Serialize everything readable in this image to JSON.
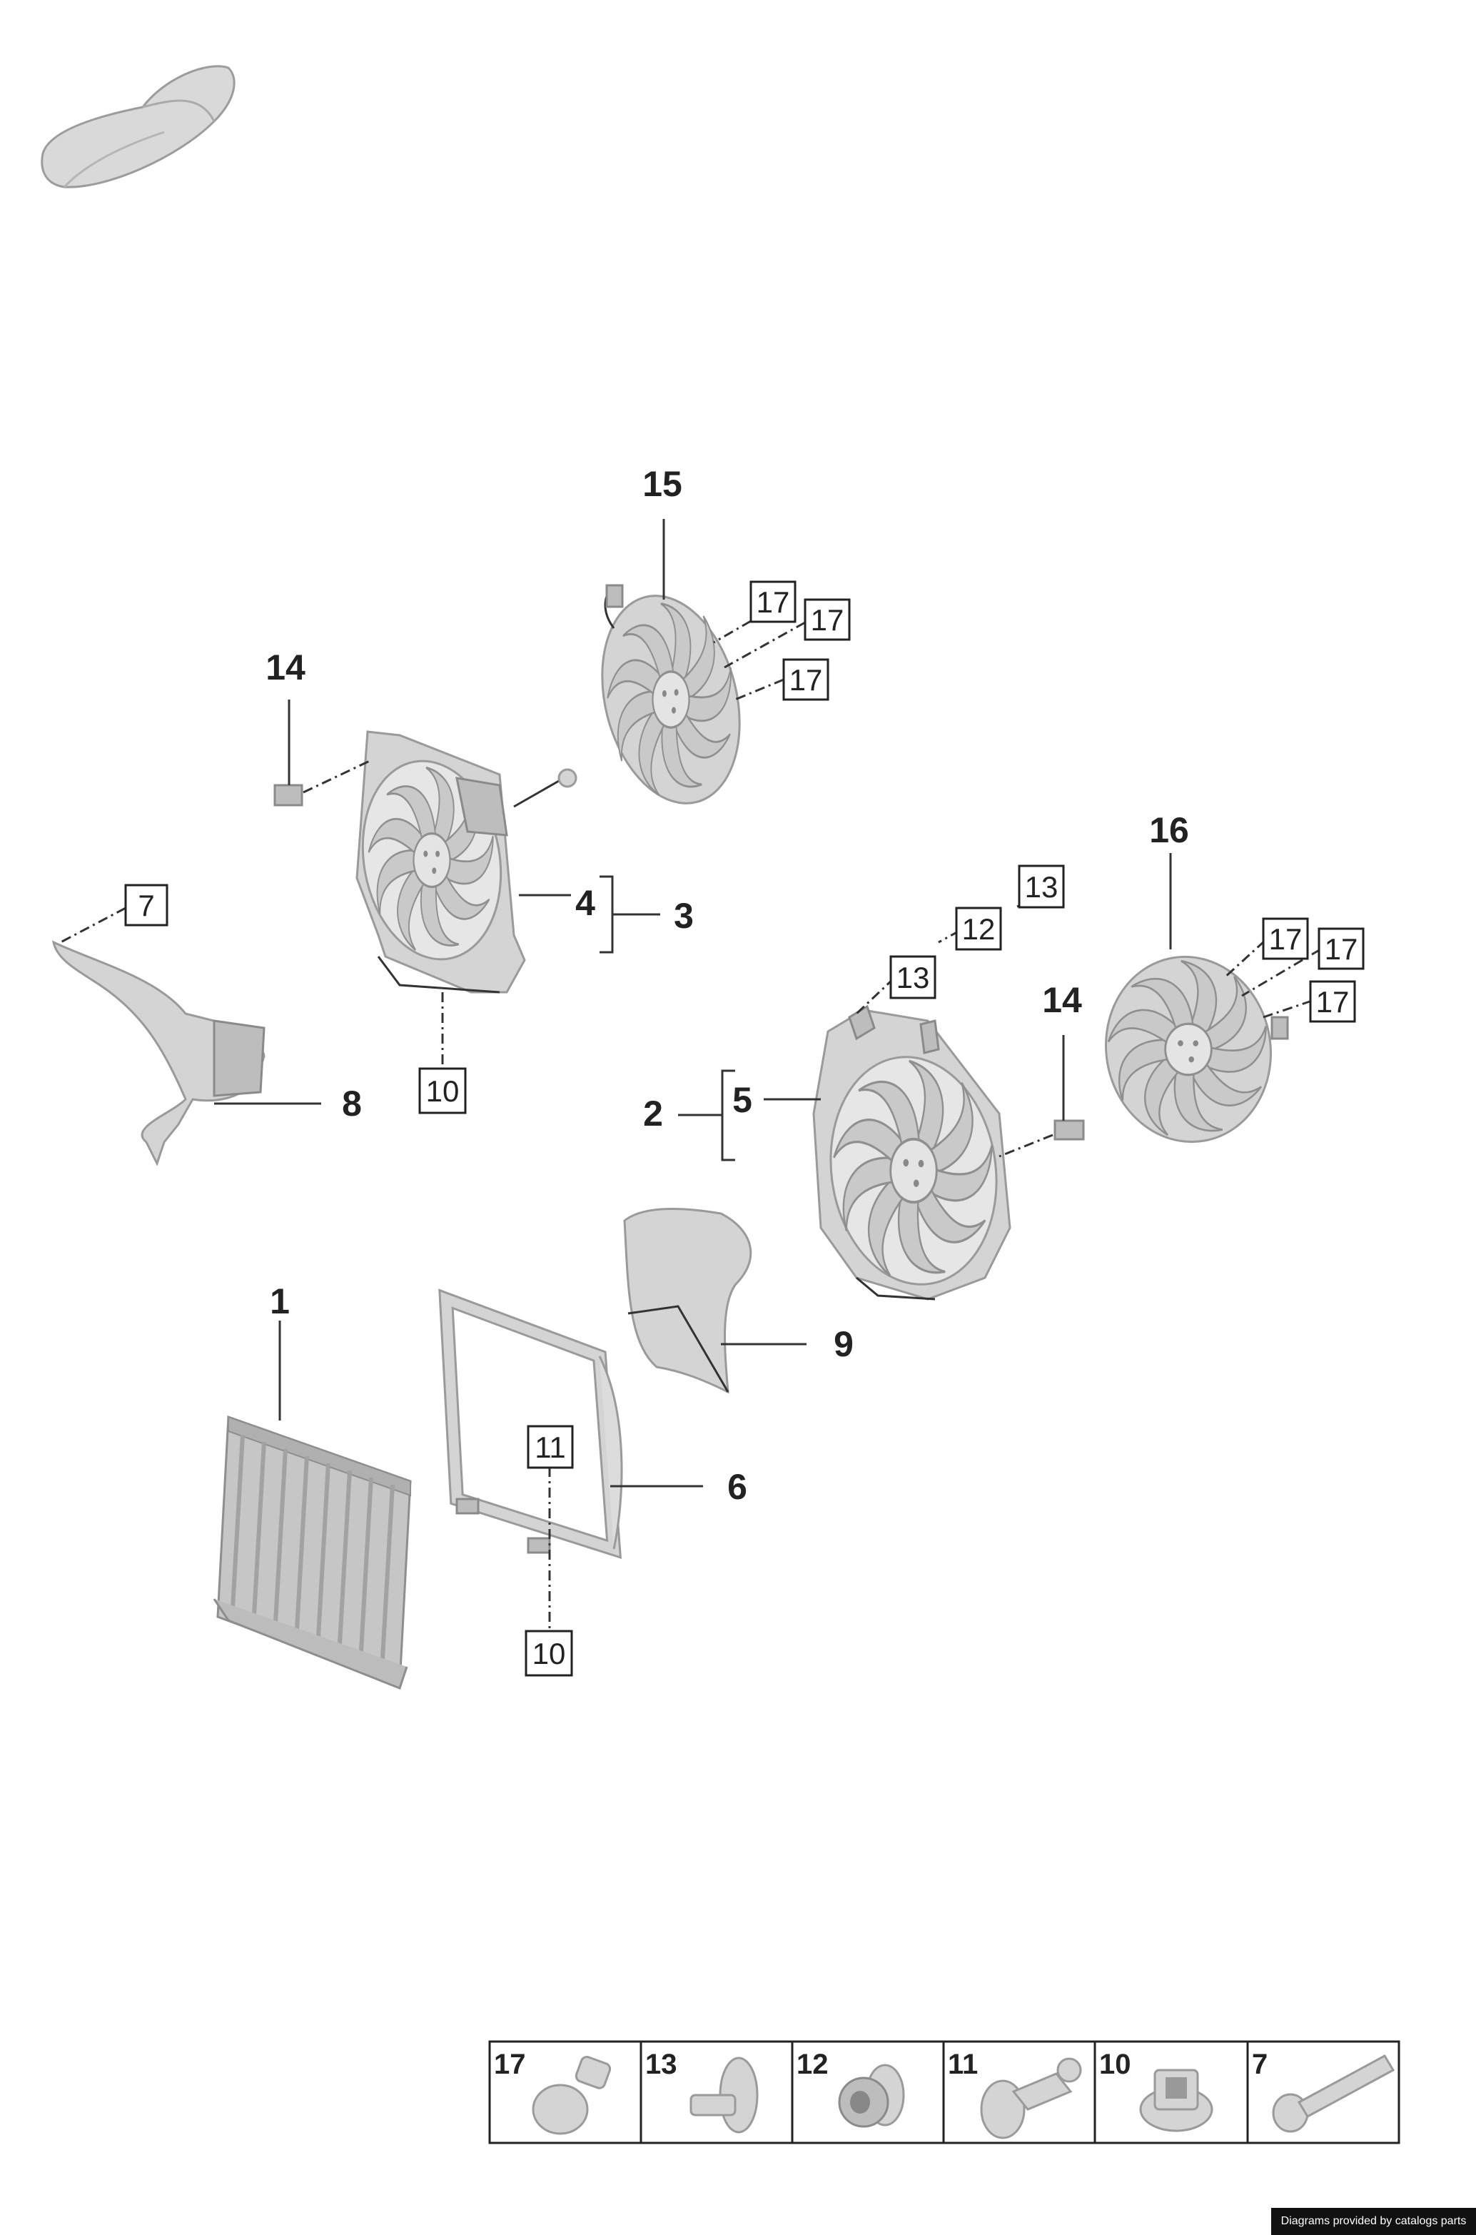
{
  "callouts": [
    "15",
    "14",
    "4",
    "3",
    "8",
    "16",
    "14",
    "2",
    "5",
    "9",
    "1",
    "6"
  ],
  "boxed_labels": [
    "17",
    "17",
    "17",
    "7",
    "10",
    "13",
    "12",
    "13",
    "17",
    "17",
    "17",
    "11",
    "10"
  ],
  "legend": [
    {
      "number": "17",
      "icon": "bolt-icon"
    },
    {
      "number": "13",
      "icon": "stud-icon"
    },
    {
      "number": "12",
      "icon": "grommet-icon"
    },
    {
      "number": "11",
      "icon": "expanding-rivet-icon"
    },
    {
      "number": "10",
      "icon": "clip-nut-icon"
    },
    {
      "number": "7",
      "icon": "long-bolt-icon"
    }
  ],
  "footer_text": "Diagrams provided by catalogs parts",
  "colors": {
    "part_fill": "#d4d4d4",
    "line": "#333333",
    "footer_bg": "#111111"
  }
}
